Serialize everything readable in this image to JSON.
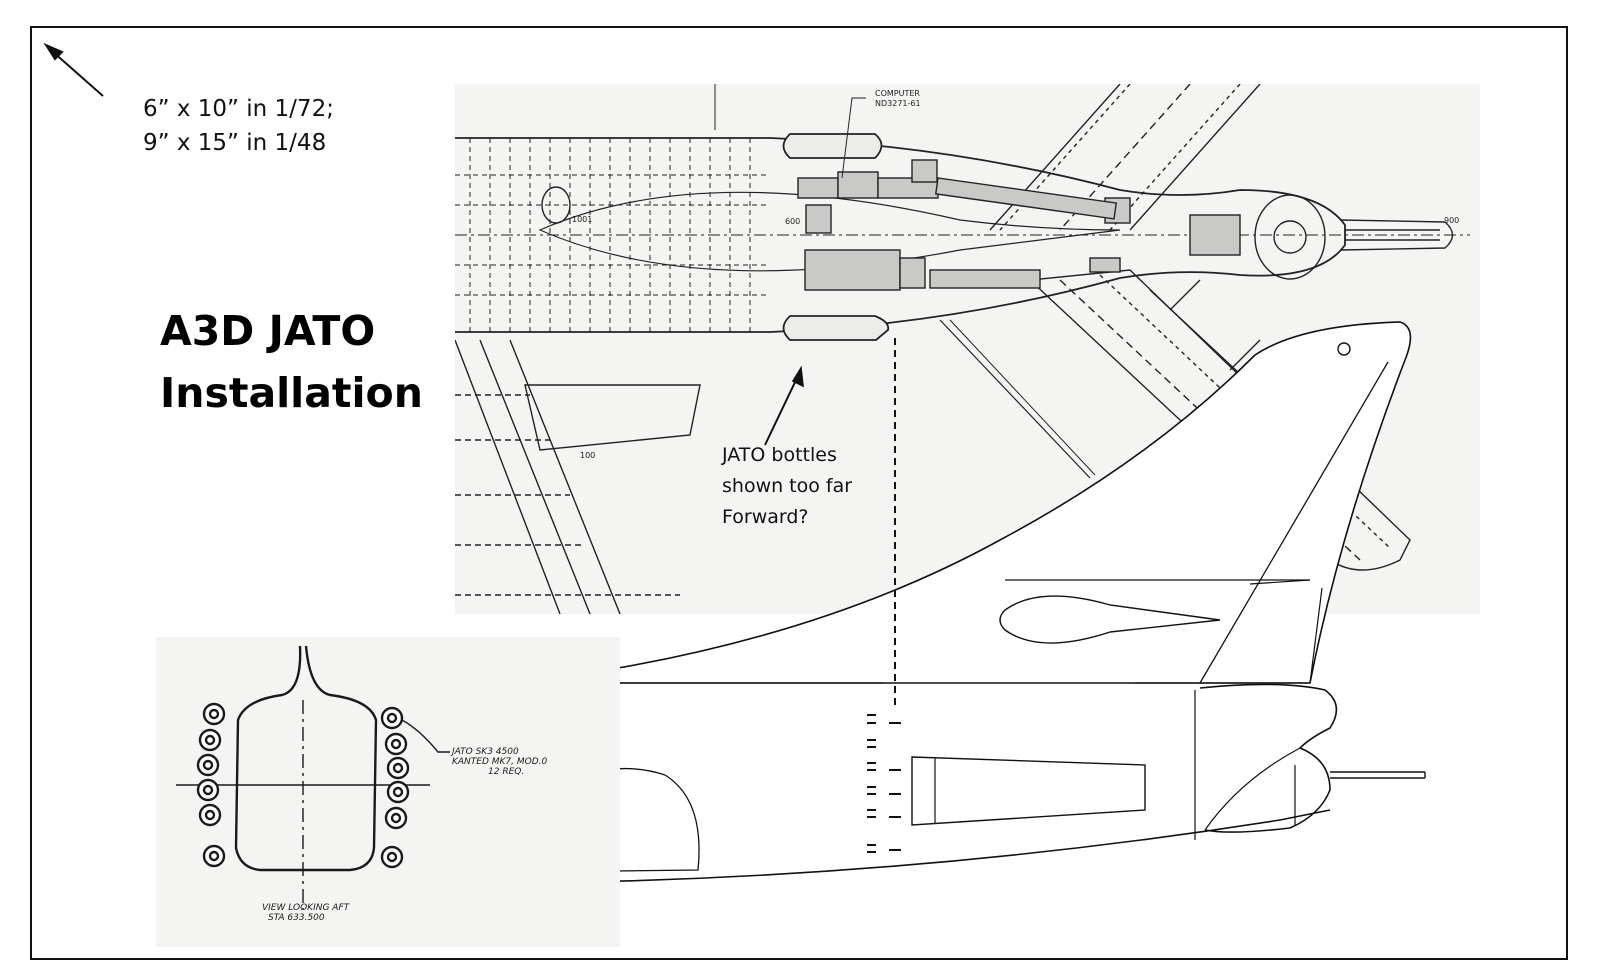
{
  "scale_note": {
    "line1": "6” x 10” in 1/72;",
    "line2": "9” x 15” in 1/48"
  },
  "title": {
    "line1": "A3D JATO",
    "line2": "Installation"
  },
  "callout": {
    "line1": "JATO bottles",
    "line2": "shown too far",
    "line3": "Forward?"
  },
  "plan_view": {
    "label_computer_1": "COMPUTER",
    "label_computer_2": "ND3271-61",
    "station_1001": "1001",
    "station_600": "600",
    "station_900": "900",
    "station_100": "100"
  },
  "aft_view": {
    "jato_label_1": "JATO SK3 4500",
    "jato_label_2": "KANTED MK7, MOD.0",
    "jato_label_3": "12 REQ.",
    "view_label_1": "VIEW LOOKING AFT",
    "view_label_2": "STA 633.500"
  },
  "colors": {
    "ink": "#111111",
    "paper": "#ffffff",
    "scan_paper": "#f3f3f1"
  }
}
